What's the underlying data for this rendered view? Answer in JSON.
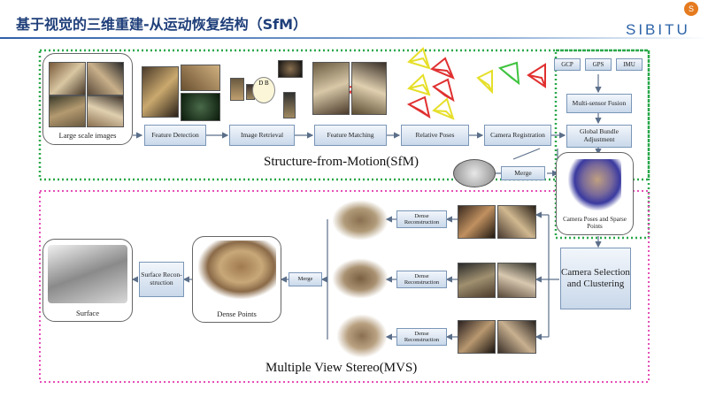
{
  "header": {
    "title": "基于视觉的三维重建-从运动恢复结构（SfM）",
    "brand": "SIBITU",
    "logo_text": "S"
  },
  "sfm": {
    "section_label": "Structure-from-Motion(SfM)",
    "large_images_label": "Large scale images",
    "steps": [
      "Feature Detection",
      "Image Retrieval",
      "Feature Matching",
      "Relative Poses",
      "Camera Registration",
      "Global Bundle Adjustment"
    ],
    "sensors": [
      "GCP",
      "GPS",
      "IMU"
    ],
    "fusion_label": "Multi-sensor Fusion",
    "db_label": "D B",
    "merge_label": "Merge",
    "camera_poses_label": "Camera Poses and Sparse Points"
  },
  "mvs": {
    "section_label": "Multiple View Stereo(MVS)",
    "camera_selection_label": "Camera Selection and Clustering",
    "dense_reconstruction_labels": [
      "Dense Reconstruction",
      "Dense Reconstruction",
      "Dense Reconstruction"
    ],
    "merge_label": "Merge",
    "dense_points_label": "Dense Points",
    "surface_reconstruction_label": "Surface Recon- struction",
    "surface_label": "Surface"
  },
  "colors": {
    "green_frame": "#2aa84a",
    "pink_frame": "#e64fb8",
    "title_blue": "#1f3f7a",
    "box_border": "#7a96b8"
  }
}
